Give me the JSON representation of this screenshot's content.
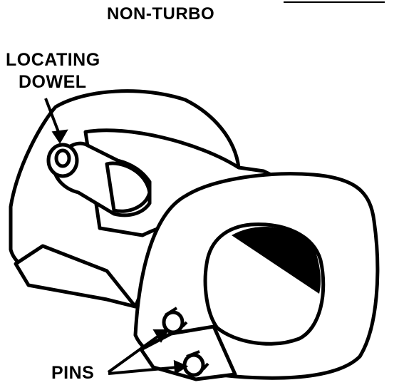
{
  "diagram": {
    "title": "NON-TURBO",
    "labels": {
      "locating_dowel_line1": "LOCATING",
      "locating_dowel_line2": "DOWEL",
      "pins": "PINS"
    }
  }
}
